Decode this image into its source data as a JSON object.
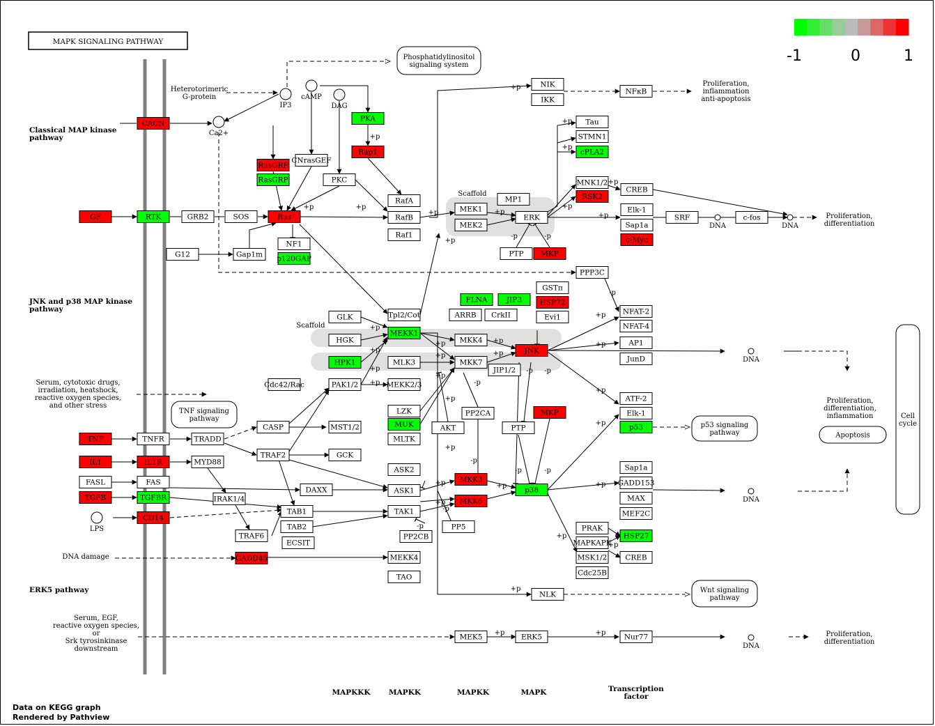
{
  "title": "MAPK SIGNALING PATHWAY",
  "legend": {
    "ticks": [
      "-1",
      "0",
      "1"
    ],
    "colors": [
      "#00ff00",
      "#33ee33",
      "#66dd66",
      "#99cc99",
      "#bbbbbb",
      "#cc9999",
      "#dd6666",
      "#ee3333",
      "#ff0000"
    ]
  },
  "colors": {
    "up": "#ff0000",
    "down": "#00ff00",
    "none": "#ffffff",
    "membrane": "#808080",
    "scaffold": "#e0e0e0"
  },
  "section_labels": [
    "Classical MAP kinase\npathway",
    "JNK and p38 MAP kinase\npathway",
    "ERK5 pathway"
  ],
  "nodes": [
    {
      "id": "CACN",
      "label": "CACN",
      "state": "up"
    },
    {
      "id": "GF",
      "label": "GF",
      "state": "up"
    },
    {
      "id": "RTK",
      "label": "RTK",
      "state": "down"
    },
    {
      "id": "GRB2",
      "label": "GRB2",
      "state": "none"
    },
    {
      "id": "SOS",
      "label": "SOS",
      "state": "none"
    },
    {
      "id": "Ras",
      "label": "Ras",
      "state": "up"
    },
    {
      "id": "RasGRF",
      "label": "RasGRF",
      "state": "up"
    },
    {
      "id": "RasGRP",
      "label": "RasGRP",
      "state": "down"
    },
    {
      "id": "CNrasGEF",
      "label": "CNrasGEF",
      "state": "none"
    },
    {
      "id": "PKA",
      "label": "PKA",
      "state": "down"
    },
    {
      "id": "Rap1",
      "label": "Rap1",
      "state": "up"
    },
    {
      "id": "PKC",
      "label": "PKC",
      "state": "none"
    },
    {
      "id": "RafA",
      "label": "RafA",
      "state": "none"
    },
    {
      "id": "RafB",
      "label": "RafB",
      "state": "none"
    },
    {
      "id": "Raf1",
      "label": "Raf1",
      "state": "none"
    },
    {
      "id": "NF1",
      "label": "NF1",
      "state": "none"
    },
    {
      "id": "p120GAP",
      "label": "p120GAP",
      "state": "down"
    },
    {
      "id": "G12",
      "label": "G12",
      "state": "none"
    },
    {
      "id": "Gap1m",
      "label": "Gap1m",
      "state": "none"
    },
    {
      "id": "MP1",
      "label": "MP1",
      "state": "none"
    },
    {
      "id": "MEK1",
      "label": "MEK1",
      "state": "none"
    },
    {
      "id": "MEK2",
      "label": "MEK2",
      "state": "none"
    },
    {
      "id": "ERK",
      "label": "ERK",
      "state": "none"
    },
    {
      "id": "PTP1",
      "label": "PTP",
      "state": "none"
    },
    {
      "id": "MKP1",
      "label": "MKP",
      "state": "up"
    },
    {
      "id": "NIK",
      "label": "NIK",
      "state": "none"
    },
    {
      "id": "IKK",
      "label": "IKK",
      "state": "none"
    },
    {
      "id": "NFkB",
      "label": "NFκB",
      "state": "none"
    },
    {
      "id": "Tau",
      "label": "Tau",
      "state": "none"
    },
    {
      "id": "STMN1",
      "label": "STMN1",
      "state": "none"
    },
    {
      "id": "cPLA2",
      "label": "cPLA2",
      "state": "down"
    },
    {
      "id": "MNK12a",
      "label": "MNK1/2",
      "state": "none"
    },
    {
      "id": "RSK2",
      "label": "RSK2",
      "state": "up"
    },
    {
      "id": "CREB1",
      "label": "CREB",
      "state": "none"
    },
    {
      "id": "Elk1a",
      "label": "Elk-1",
      "state": "none"
    },
    {
      "id": "Sap1a1",
      "label": "Sap1a",
      "state": "none"
    },
    {
      "id": "cMyc",
      "label": "c-Myc",
      "state": "up"
    },
    {
      "id": "SRF",
      "label": "SRF",
      "state": "none"
    },
    {
      "id": "cfos",
      "label": "c-fos",
      "state": "none"
    },
    {
      "id": "PPP3C",
      "label": "PPP3C",
      "state": "none"
    },
    {
      "id": "FLNA",
      "label": "FLNA",
      "state": "down"
    },
    {
      "id": "JIP3",
      "label": "JIP3",
      "state": "down"
    },
    {
      "id": "GSTpi",
      "label": "GSTπ",
      "state": "none"
    },
    {
      "id": "HSP72",
      "label": "HSP72",
      "state": "up"
    },
    {
      "id": "ARRB",
      "label": "ARRB",
      "state": "none"
    },
    {
      "id": "CrkII",
      "label": "CrkII",
      "state": "none"
    },
    {
      "id": "Evi1",
      "label": "Evi1",
      "state": "none"
    },
    {
      "id": "NFAT2",
      "label": "NFAT-2",
      "state": "none"
    },
    {
      "id": "NFAT4",
      "label": "NFAT-4",
      "state": "none"
    },
    {
      "id": "GLK",
      "label": "GLK",
      "state": "none"
    },
    {
      "id": "Tpl2",
      "label": "Tpl2/Cot",
      "state": "none"
    },
    {
      "id": "HGK",
      "label": "HGK",
      "state": "none"
    },
    {
      "id": "MEKK1",
      "label": "MEKK1",
      "state": "down"
    },
    {
      "id": "MKK4",
      "label": "MKK4",
      "state": "none"
    },
    {
      "id": "JNK",
      "label": "JNK",
      "state": "up"
    },
    {
      "id": "AP1",
      "label": "AP1",
      "state": "none"
    },
    {
      "id": "JunD",
      "label": "JunD",
      "state": "none"
    },
    {
      "id": "HPK1",
      "label": "HPK1",
      "state": "down"
    },
    {
      "id": "MLK3",
      "label": "MLK3",
      "state": "none"
    },
    {
      "id": "MKK7",
      "label": "MKK7",
      "state": "none"
    },
    {
      "id": "JIP12",
      "label": "JIP1/2",
      "state": "none"
    },
    {
      "id": "Cdc42Rac",
      "label": "Cdc42/Rac",
      "state": "none"
    },
    {
      "id": "PAK12",
      "label": "PAK1/2",
      "state": "none"
    },
    {
      "id": "MEKK23",
      "label": "MEKK2/3",
      "state": "none"
    },
    {
      "id": "LZK",
      "label": "LZK",
      "state": "none"
    },
    {
      "id": "MUK",
      "label": "MUK",
      "state": "down"
    },
    {
      "id": "MLTK",
      "label": "MLTK",
      "state": "none"
    },
    {
      "id": "PP2CA",
      "label": "PP2CA",
      "state": "none"
    },
    {
      "id": "AKT",
      "label": "AKT",
      "state": "none"
    },
    {
      "id": "MKP2",
      "label": "MKP",
      "state": "up"
    },
    {
      "id": "PTP2",
      "label": "PTP",
      "state": "none"
    },
    {
      "id": "ATF2",
      "label": "ATF-2",
      "state": "none"
    },
    {
      "id": "Elk1b",
      "label": "Elk-1",
      "state": "none"
    },
    {
      "id": "p53",
      "label": "p53",
      "state": "down"
    },
    {
      "id": "CASP",
      "label": "CASP",
      "state": "none"
    },
    {
      "id": "MST12",
      "label": "MST1/2",
      "state": "none"
    },
    {
      "id": "TNF",
      "label": "TNF",
      "state": "up"
    },
    {
      "id": "TNFR",
      "label": "TNFR",
      "state": "none"
    },
    {
      "id": "TRADD",
      "label": "TRADD",
      "state": "none"
    },
    {
      "id": "TRAF2",
      "label": "TRAF2",
      "state": "none"
    },
    {
      "id": "GCK",
      "label": "GCK",
      "state": "none"
    },
    {
      "id": "IL1",
      "label": "IL1",
      "state": "up"
    },
    {
      "id": "IL1R",
      "label": "IL1R",
      "state": "up"
    },
    {
      "id": "MYD88",
      "label": "MYD88",
      "state": "none"
    },
    {
      "id": "ASK2",
      "label": "ASK2",
      "state": "none"
    },
    {
      "id": "FASL",
      "label": "FASL",
      "state": "none"
    },
    {
      "id": "FAS",
      "label": "FAS",
      "state": "none"
    },
    {
      "id": "DAXX",
      "label": "DAXX",
      "state": "none"
    },
    {
      "id": "ASK1",
      "label": "ASK1",
      "state": "none"
    },
    {
      "id": "MKK3",
      "label": "MKK3",
      "state": "up"
    },
    {
      "id": "MKK6",
      "label": "MKK6",
      "state": "up"
    },
    {
      "id": "p38",
      "label": "p38",
      "state": "down"
    },
    {
      "id": "TGFB",
      "label": "TGFB",
      "state": "up"
    },
    {
      "id": "TGFBR",
      "label": "TGFBR",
      "state": "down"
    },
    {
      "id": "IRAK14",
      "label": "IRAK1/4",
      "state": "none"
    },
    {
      "id": "TAB1",
      "label": "TAB1",
      "state": "none"
    },
    {
      "id": "TAK1",
      "label": "TAK1",
      "state": "none"
    },
    {
      "id": "PP5",
      "label": "PP5",
      "state": "none"
    },
    {
      "id": "CD14",
      "label": "CD14",
      "state": "up"
    },
    {
      "id": "TAB2",
      "label": "TAB2",
      "state": "none"
    },
    {
      "id": "PP2CB",
      "label": "PP2CB",
      "state": "none"
    },
    {
      "id": "TRAF6",
      "label": "TRAF6",
      "state": "none"
    },
    {
      "id": "ECSIT",
      "label": "ECSIT",
      "state": "none"
    },
    {
      "id": "Sap1a2",
      "label": "Sap1a",
      "state": "none"
    },
    {
      "id": "GADD153",
      "label": "GADD153",
      "state": "none"
    },
    {
      "id": "MAX",
      "label": "MAX",
      "state": "none"
    },
    {
      "id": "MEF2C",
      "label": "MEF2C",
      "state": "none"
    },
    {
      "id": "PRAK",
      "label": "PRAK",
      "state": "none"
    },
    {
      "id": "MAPKAPK",
      "label": "MAPKAPK",
      "state": "none"
    },
    {
      "id": "HSP27",
      "label": "HSP27",
      "state": "down"
    },
    {
      "id": "MSK12",
      "label": "MSK1/2",
      "state": "none"
    },
    {
      "id": "CREB2",
      "label": "CREB",
      "state": "none"
    },
    {
      "id": "Cdc25B",
      "label": "Cdc25B",
      "state": "none"
    },
    {
      "id": "GADD45",
      "label": "GADD45",
      "state": "up"
    },
    {
      "id": "MEKK4",
      "label": "MEKK4",
      "state": "none"
    },
    {
      "id": "TAO",
      "label": "TAO",
      "state": "none"
    },
    {
      "id": "NLK",
      "label": "NLK",
      "state": "none"
    },
    {
      "id": "MEK5",
      "label": "MEK5",
      "state": "none"
    },
    {
      "id": "ERK5",
      "label": "ERK5",
      "state": "none"
    },
    {
      "id": "Nur77",
      "label": "Nur77",
      "state": "none"
    }
  ],
  "round_boxes": [
    {
      "id": "pip",
      "label": "Phosphatidylinositol\nsignaling system"
    },
    {
      "id": "tnfsig",
      "label": "TNF signaling\npathway"
    },
    {
      "id": "p53sig",
      "label": "p53 signaling\npathway"
    },
    {
      "id": "wntsig",
      "label": "Wnt signaling\npathway"
    },
    {
      "id": "apoptosis",
      "label": "Apoptosis"
    },
    {
      "id": "cellcycle",
      "label": "Cell\ncycle"
    }
  ],
  "compounds": [
    {
      "id": "IP3",
      "label": "IP3"
    },
    {
      "id": "cAMP",
      "label": "cAMP"
    },
    {
      "id": "DAG",
      "label": "DAG"
    },
    {
      "id": "Ca",
      "label": "Ca2+"
    },
    {
      "id": "LPS",
      "label": "LPS"
    },
    {
      "id": "DNA1",
      "label": "DNA"
    },
    {
      "id": "DNA2",
      "label": "DNA"
    },
    {
      "id": "DNA3",
      "label": "DNA"
    },
    {
      "id": "DNA4",
      "label": "DNA"
    },
    {
      "id": "DNA5",
      "label": "DNA"
    }
  ],
  "labels": [
    {
      "id": "hetero",
      "text": "Heterotorimeric\nG-protein"
    },
    {
      "id": "scaffold1",
      "text": "Scaffold"
    },
    {
      "id": "scaffold2",
      "text": "Scaffold"
    },
    {
      "id": "prolif1",
      "text": "Proliferation,\ninflammation\nanti-apoptosis"
    },
    {
      "id": "prolif2",
      "text": "Proliferation,\ndifferentiation"
    },
    {
      "id": "prolif3",
      "text": "Proliferation,\ndifferentiation,\ninflammation"
    },
    {
      "id": "prolif4",
      "text": "Proliferation,\ndifferentiation"
    },
    {
      "id": "stress",
      "text": "Serum, cytotoxic drugs,\nirradiation, heatshock,\nreactive oxygen species,\nand other stress"
    },
    {
      "id": "dnadamage",
      "text": "DNA damage"
    },
    {
      "id": "serumegf",
      "text": "Serum, EGF,\nreactive oxygen species,\nor\nSrk tyrosinkinase\ndownstream"
    }
  ],
  "column_labels": [
    "MAPKKK",
    "MAPKK",
    "MAPKK",
    "MAPK",
    "Transcription\nfactor"
  ],
  "edge_labels": [
    "+p",
    "-p"
  ],
  "footer": [
    "Data on KEGG graph",
    "Rendered by Pathview"
  ]
}
